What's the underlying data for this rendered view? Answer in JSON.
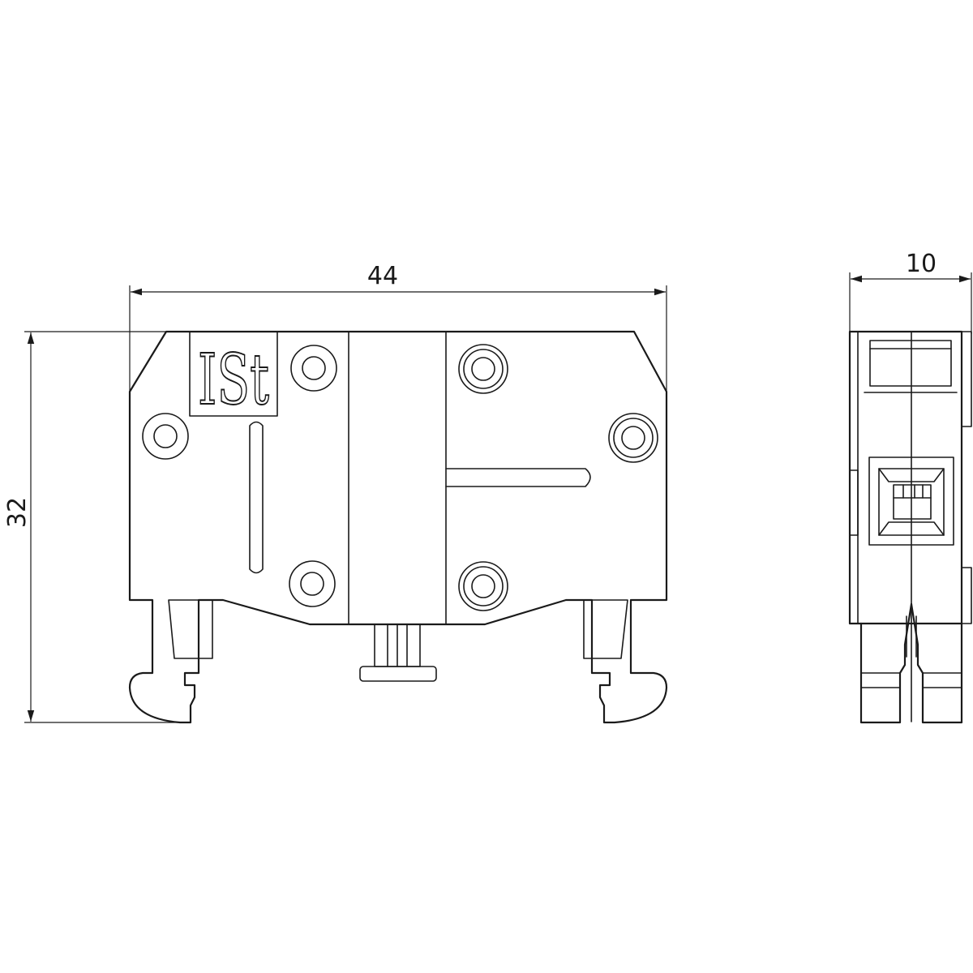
{
  "dimensions": {
    "width": "44",
    "height": "32",
    "thickness": "10"
  },
  "logo": {
    "text": "ISt",
    "depiction": "manufacturer-logo-mark"
  }
}
